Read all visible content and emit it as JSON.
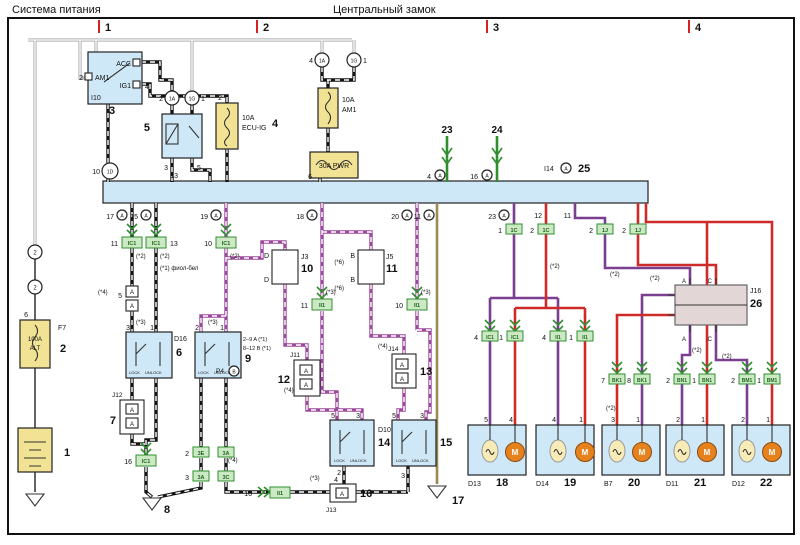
{
  "header": {
    "left": "Система питания",
    "center": "Центральный замок",
    "c1": "1",
    "c2": "2",
    "c3": "3",
    "c4": "4"
  },
  "L": {
    "n1": "1",
    "n2": "2",
    "n3": "3",
    "n4": "4",
    "n5": "5",
    "n6": "6",
    "n7": "7",
    "n8": "8",
    "n9": "9",
    "n10": "10",
    "n11": "11",
    "n12": "12",
    "n13": "13",
    "n14": "14",
    "n15": "15",
    "n16": "16",
    "n17": "17",
    "n18": "18",
    "n19": "19",
    "n20": "20",
    "n21": "21",
    "n22": "22",
    "n23": "23",
    "n24": "24",
    "n25": "25",
    "n26": "26",
    "A": "A",
    "B": "B",
    "C": "C",
    "D": "D",
    "M": "M",
    "c1A": "1A",
    "c1G": "1G",
    "c1D": "1D",
    "c1C": "1C",
    "c1J": "1J",
    "IC1": "IC1",
    "II1": "II1",
    "BK1": "BK1",
    "BN1": "BN1",
    "BM1": "BM1",
    "k3E": "3E",
    "k3A": "3A",
    "k3C": "3C",
    "I10": "I10",
    "I14": "I14",
    "F7": "F7",
    "P4": "P4",
    "J3": "J3",
    "J5": "J5",
    "J11": "J11",
    "J12": "J12",
    "J13": "J13",
    "J14": "J14",
    "J16": "J16",
    "D10": "D10",
    "D11": "D11",
    "D12": "D12",
    "D13": "D13",
    "D14": "D14",
    "D16": "D16",
    "B7": "B7",
    "ACC": "ACC",
    "AM1": "AM1",
    "IG1": "IG1",
    "amp10": "10A",
    "ecuig": "ECU-IG",
    "pwr": "30A PWR",
    "amp100": "100A",
    "alt": "ALT",
    "a1": "(*1) фиол-бел",
    "a2": "(*2)",
    "a3": "(*3)",
    "a4": "(*4)",
    "a6": "(*6)",
    "lock": "LOCK",
    "unlock": "UNLOCK",
    "ann9a": "2–9 A (*1)",
    "ann9b": "8–12 B (*1)"
  },
  "colors": {
    "black_wire": "#141414",
    "violet_wire": "#9b4a9b",
    "red_wire": "#cf2a2a",
    "purple_wire": "#7b3f8f",
    "green": "#2f8f2f",
    "tan_wire": "#9a8a55",
    "bus_fill": "#cfe8f7",
    "fuse_fill": "#f2e394",
    "connector_fill": "#cde8c4",
    "motor_fill": "#e5821e",
    "lamp_fill": "#f7ecb8"
  }
}
